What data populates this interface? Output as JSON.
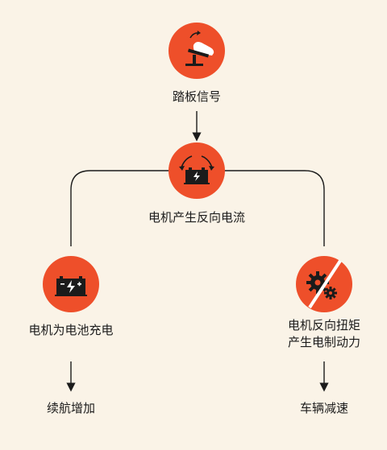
{
  "nodes": {
    "pedal": {
      "label": "踏板信号"
    },
    "motor": {
      "label": "电机产生反向电流"
    },
    "battery": {
      "label": "电机为电池充电"
    },
    "torque": {
      "label_line1": "电机反向扭矩",
      "label_line2": "产生电制动力"
    }
  },
  "outcomes": {
    "range": {
      "label": "续航增加"
    },
    "slow": {
      "label": "车辆减速"
    }
  },
  "colors": {
    "background": "#faf3e7",
    "accent": "#ee4f2a",
    "ink": "#1b1b1b"
  },
  "icons": [
    "pedal-icon",
    "battery-regen-icon",
    "battery-icon",
    "gear-slash-icon"
  ]
}
